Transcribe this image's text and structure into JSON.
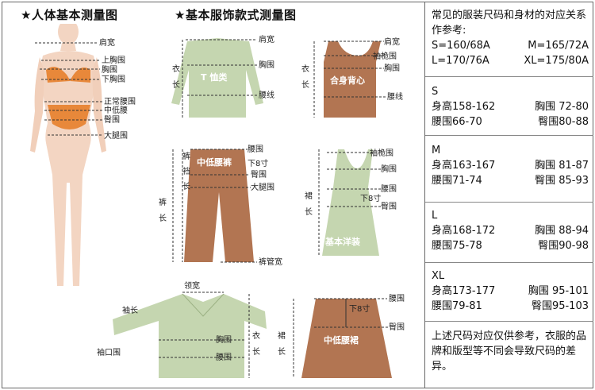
{
  "headers": {
    "body_title": "★人体基本测量图",
    "garment_title": "★基本服饰款式测量图"
  },
  "body_labels": [
    "肩宽",
    "上胸围",
    "胸围",
    "下胸围",
    "正常腰围",
    "中低腰",
    "臀围",
    "大腿围"
  ],
  "garments": {
    "tshirt": {
      "name": "T 恤类",
      "labels": [
        "肩宽",
        "胸围",
        "腰线"
      ],
      "side": "衣长"
    },
    "vest": {
      "name": "合身背心",
      "labels": [
        "肩宽",
        "袖桅围",
        "胸围",
        "腰线"
      ],
      "side": "衣长"
    },
    "pants": {
      "name": "中低腰裤",
      "labels": [
        "腰围",
        "下8寸",
        "臀围",
        "大腿围",
        "裤管宽"
      ],
      "side": "裤长",
      "side2": "裤裆长"
    },
    "dress": {
      "name": "基本洋装",
      "labels": [
        "袖桅围",
        "胸围",
        "腰围",
        "下8寸",
        "臀围"
      ],
      "side": "裙长"
    },
    "sweater": {
      "labels": [
        "领宽",
        "袖长",
        "胸围",
        "腰围",
        "袖口围"
      ],
      "side": "衣长"
    },
    "skirt": {
      "name": "中低腰裙",
      "labels": [
        "腰围",
        "下8寸",
        "臀围"
      ],
      "side": "裙长"
    }
  },
  "panel": {
    "intro": "常见的服装尺码和身材的对应关系作参考:",
    "pairs": [
      [
        "S=160/68A",
        "M=165/72A"
      ],
      [
        "L=170/76A",
        "XL=175/80A"
      ]
    ],
    "sizes": [
      {
        "name": "S",
        "height": "身高158-162",
        "chest": "胸围 72-80",
        "waist": "腰围66-70",
        "hip": "臀围80-88"
      },
      {
        "name": "M",
        "height": "身高163-167",
        "chest": "胸围 81-87",
        "waist": "腰围71-74",
        "hip": "臀围 85-93"
      },
      {
        "name": "L",
        "height": "身高168-172",
        "chest": "胸围 88-94",
        "waist": "腰围75-78",
        "hip": "臀围90-98"
      },
      {
        "name": "XL",
        "height": "身高173-177",
        "chest": "胸围 95-101",
        "waist": "腰围79-81",
        "hip": "臀围95-103"
      }
    ],
    "note": "上述尺码对应仅供参考，衣服的品牌和版型等不同会导致尺码的差异。"
  },
  "colors": {
    "green": "#c5d6b0",
    "brown": "#b27552",
    "skin": "#f3d5c2",
    "orange": "#e8883a"
  }
}
